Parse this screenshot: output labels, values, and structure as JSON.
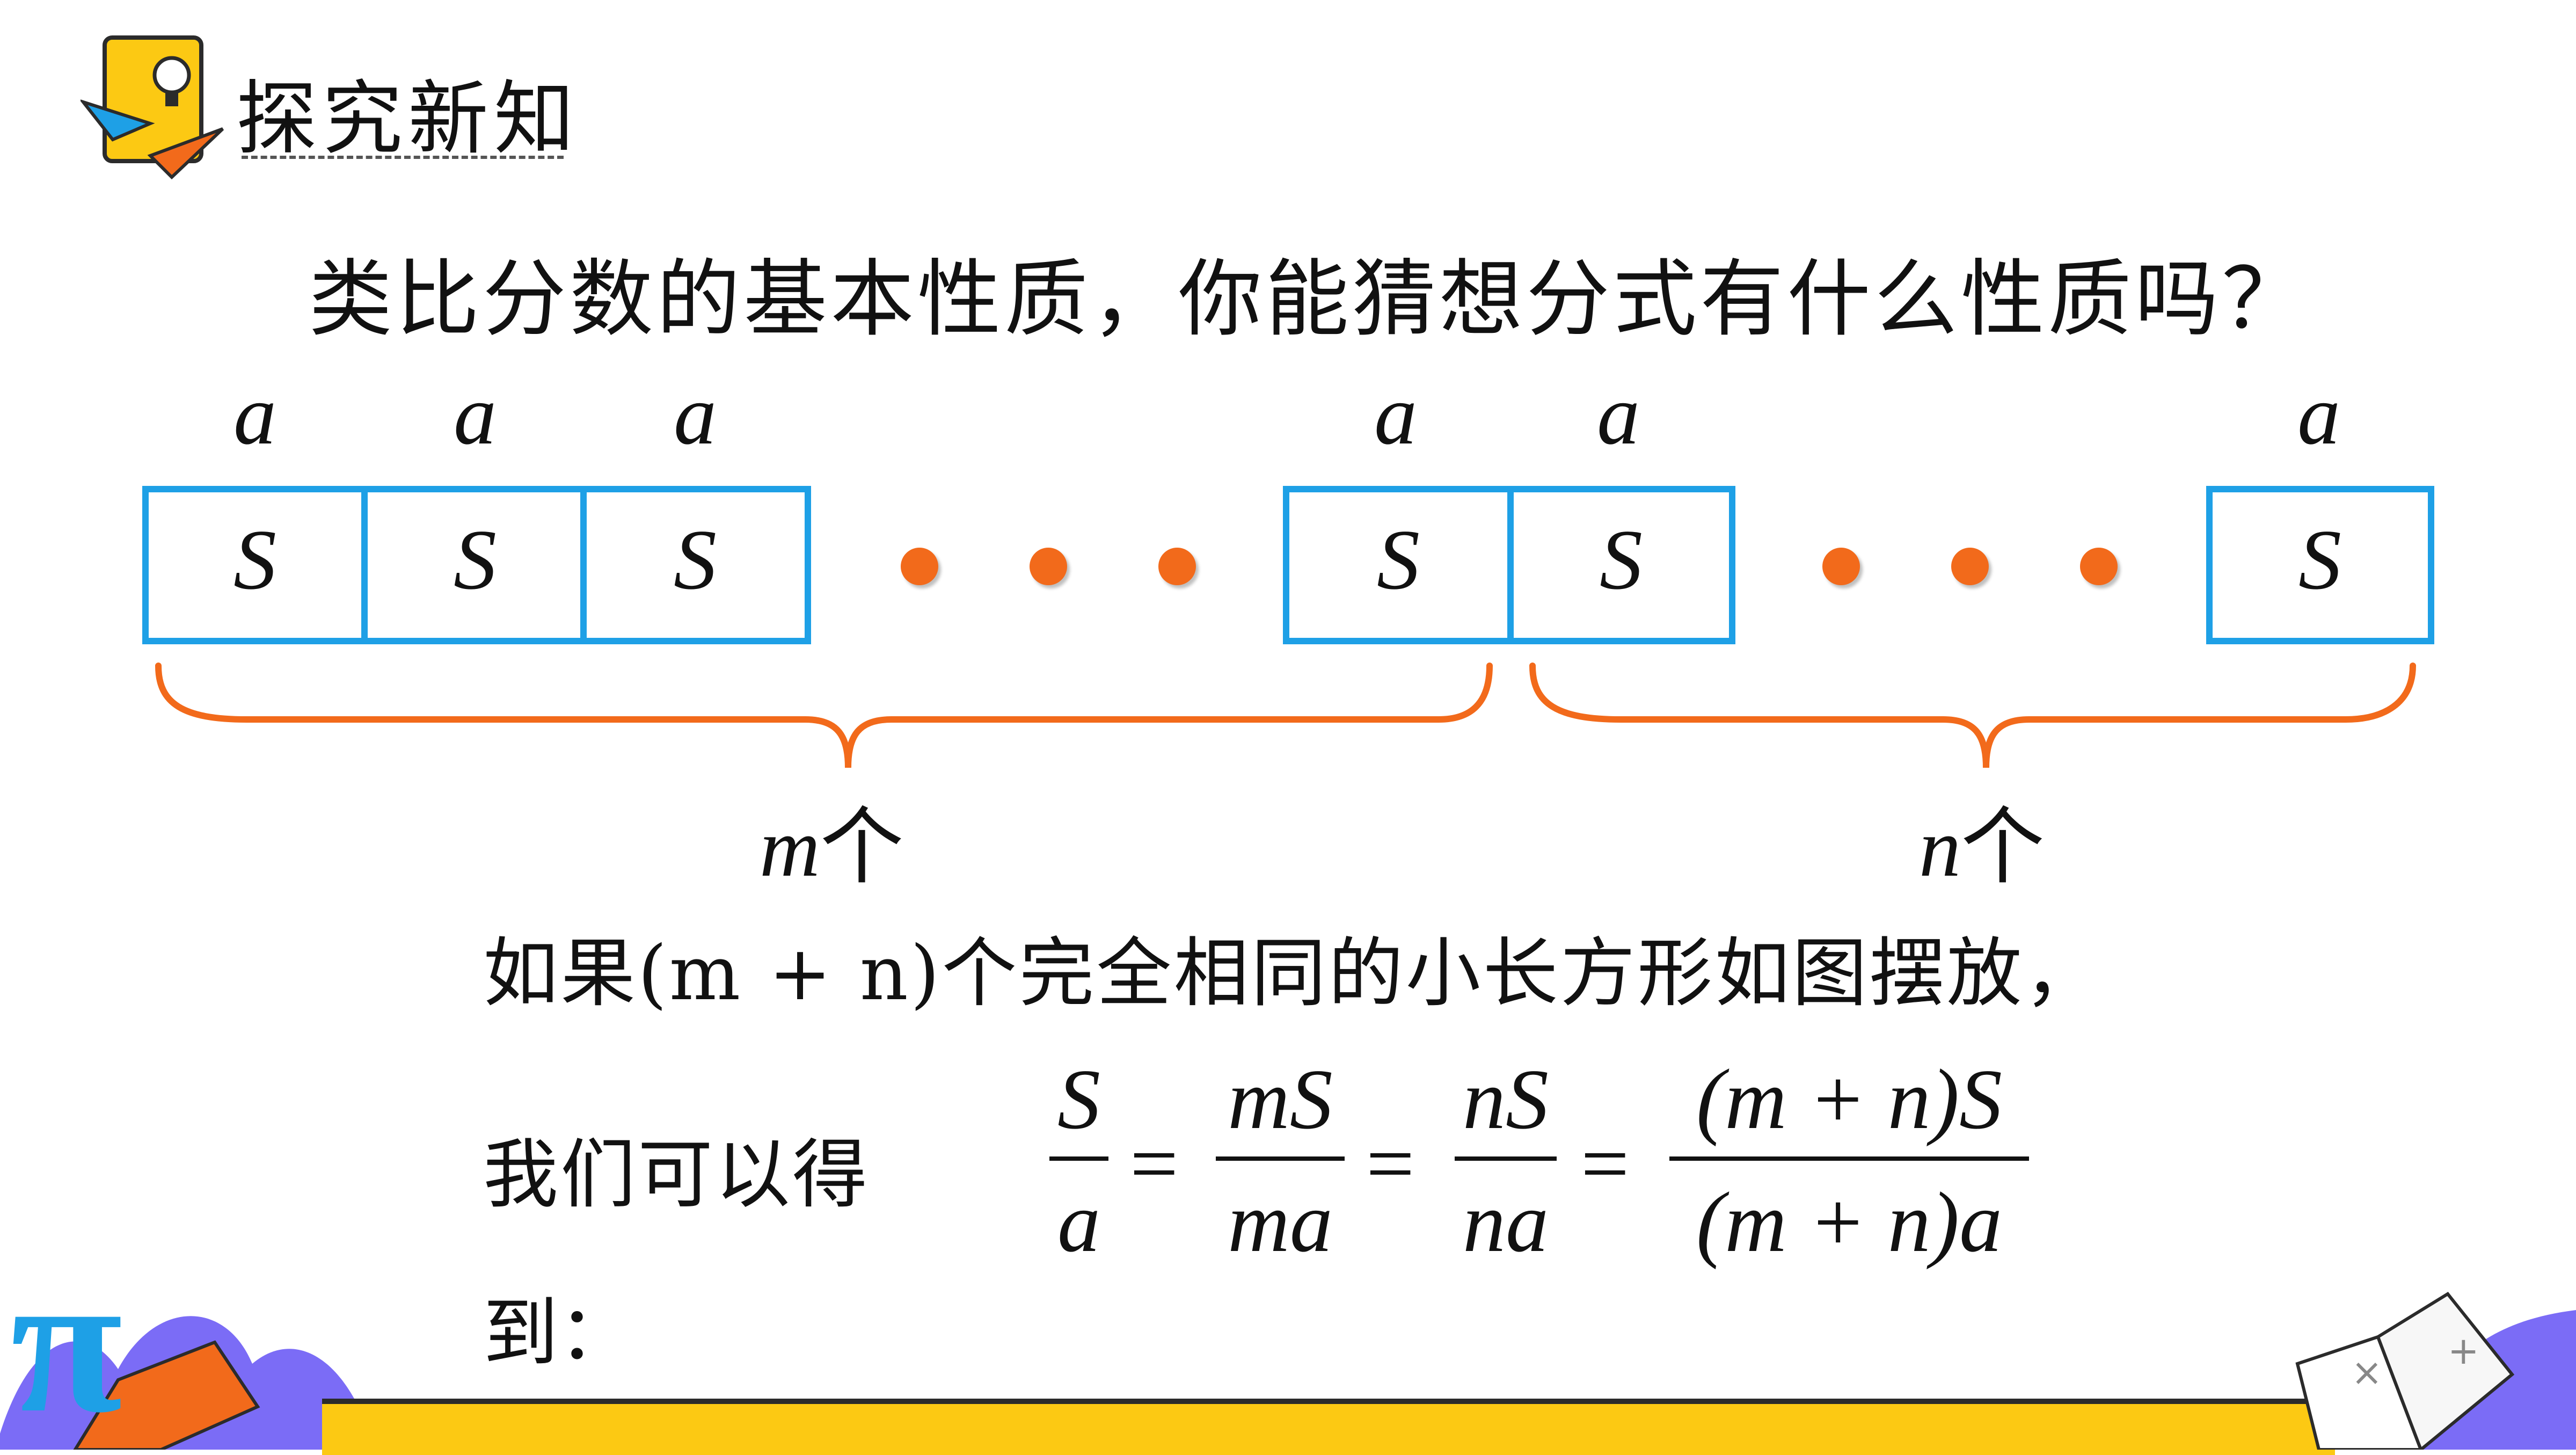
{
  "header": {
    "title": "探究新知",
    "icon": "lightbulb-paper-planes-icon"
  },
  "question": "类比分数的基本性质，你能猜想分式有什么性质吗？",
  "diagram": {
    "top_label": "a",
    "cell_label": "S",
    "ellipsis": "●●●",
    "group_left_var": "m",
    "group_right_var": "n",
    "group_unit": "个",
    "colors": {
      "box_border": "#1ea0e6",
      "brace": "#f26a1b",
      "dot": "#f26a1b"
    }
  },
  "text": {
    "para1": "如果(m + n)个完全相同的小长方形如图摆放，",
    "para2": "我们可以得",
    "para3": "到："
  },
  "equation": {
    "f1": {
      "num": "S",
      "den": "a"
    },
    "f2": {
      "num": "mS",
      "den": "ma"
    },
    "f3": {
      "num": "nS",
      "den": "na"
    },
    "f4": {
      "num": "(m + n)S",
      "den": "(m + n)a"
    },
    "eq": "="
  },
  "decor": {
    "pi_symbol": "π",
    "book_icon": "open-book-icon",
    "strip_color": "#fcc913"
  }
}
